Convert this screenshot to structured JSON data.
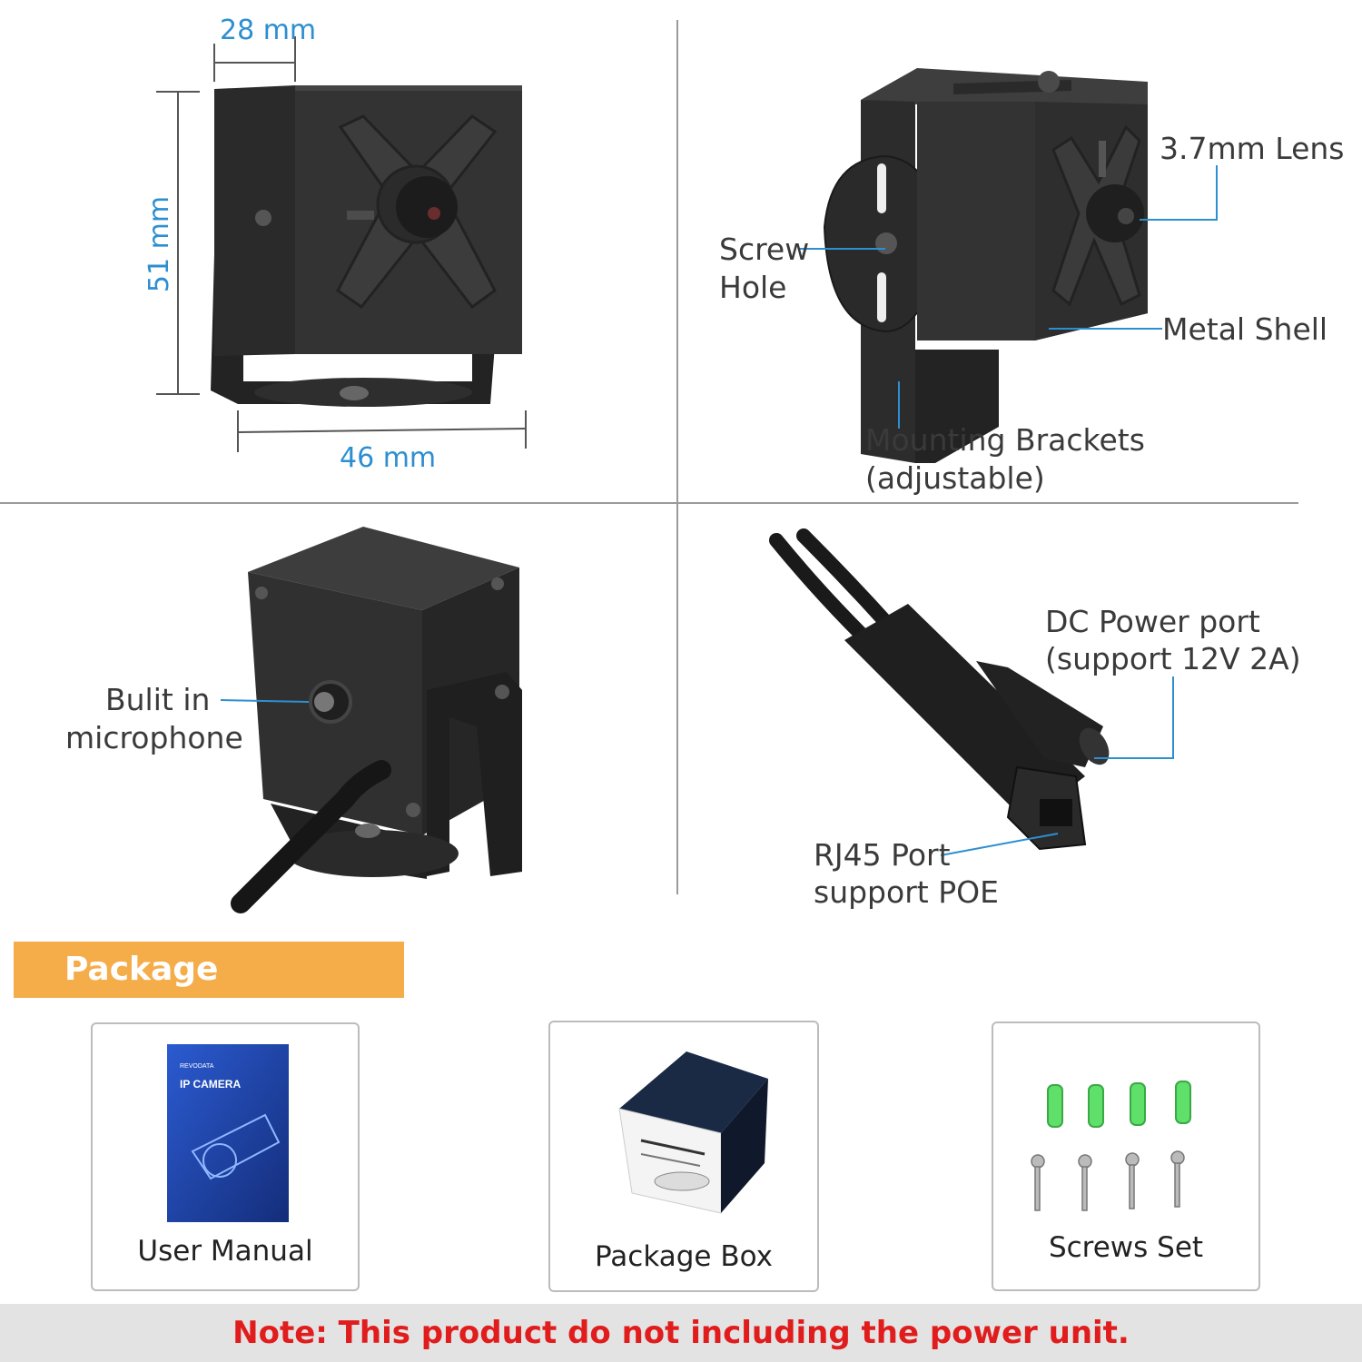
{
  "dimensions": {
    "width": "28 mm",
    "height": "51 mm",
    "depth": "46 mm"
  },
  "callouts": {
    "lens": "3.7mm Lens",
    "screw_hole_line1": "Screw",
    "screw_hole_line2": "Hole",
    "metal_shell": "Metal Shell",
    "brackets_line1": "Mounting Brackets",
    "brackets_line2": "(adjustable)",
    "mic_line1": "Bulit in",
    "mic_line2": "microphone",
    "dc_line1": "DC Power port",
    "dc_line2": "(support 12V 2A)",
    "rj45_line1": "RJ45 Port",
    "rj45_line2": "support POE"
  },
  "package": {
    "title": "Package Including:",
    "items": [
      {
        "label": "User Manual",
        "icon": "user-manual-icon",
        "printed_title": "IP CAMERA",
        "printed_brand": "REVODATA"
      },
      {
        "label": "Package Box",
        "icon": "package-box-icon"
      },
      {
        "label": "Screws Set",
        "icon": "screws-set-icon"
      }
    ]
  },
  "note": "Note: This product do not including the power unit.",
  "colors": {
    "accent_blue": "#2d8fd1",
    "banner_orange": "#f5ad4a",
    "note_red": "#e11c1c",
    "footer_gray": "#e3e3e3"
  }
}
